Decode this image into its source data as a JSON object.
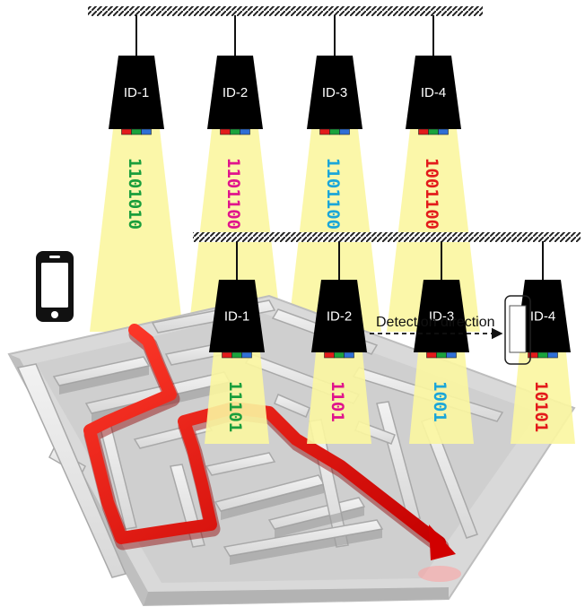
{
  "top_row": [
    {
      "id": "ID-1",
      "bits": "1101010",
      "color": "#1a9e3c"
    },
    {
      "id": "ID-2",
      "bits": "1101100",
      "color": "#e0148c"
    },
    {
      "id": "ID-3",
      "bits": "1101100",
      "color": "#1ba6d8"
    },
    {
      "id": "ID-4",
      "bits": "1001100",
      "color": "#e31b1b"
    }
  ],
  "bottom_row": [
    {
      "id": "ID-1",
      "bits": "11101",
      "color": "#1a9e3c"
    },
    {
      "id": "ID-2",
      "bits": "1101",
      "color": "#e0148c"
    },
    {
      "id": "ID-3",
      "bits": "1001",
      "color": "#1ba6d8"
    },
    {
      "id": "ID-4",
      "bits": "10101",
      "color": "#e31b1b"
    }
  ],
  "detection_label": "Detection direction",
  "icons": {
    "phone": "smartphone-icon",
    "maze": "maze-illustration",
    "path": "red-route-arrow"
  },
  "colors": {
    "beam": "#fbf6a0",
    "lamp": "#000000",
    "ceiling": "#333333",
    "path": "#e01010",
    "maze": "#e6e6e6"
  }
}
